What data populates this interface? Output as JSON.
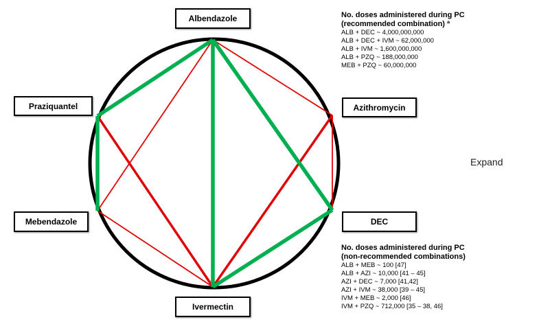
{
  "drugs": {
    "alb": "Albendazole",
    "azi": "Azithromycin",
    "dec": "DEC",
    "ivm": "Ivermectin",
    "meb": "Mebendazole",
    "pzq": "Praziquantel"
  },
  "edges": [
    {
      "from": "alb",
      "to": "pzq",
      "type": "recommended",
      "weight": "thick"
    },
    {
      "from": "pzq",
      "to": "meb",
      "type": "recommended",
      "weight": "thick"
    },
    {
      "from": "alb",
      "to": "ivm",
      "type": "recommended",
      "weight": "thick"
    },
    {
      "from": "alb",
      "to": "dec",
      "type": "recommended",
      "weight": "thick"
    },
    {
      "from": "dec",
      "to": "ivm",
      "type": "recommended",
      "weight": "thick"
    },
    {
      "from": "alb",
      "to": "azi",
      "type": "non-recommended",
      "weight": "thin"
    },
    {
      "from": "alb",
      "to": "meb",
      "type": "non-recommended",
      "weight": "thin"
    },
    {
      "from": "azi",
      "to": "dec",
      "type": "non-recommended",
      "weight": "thin"
    },
    {
      "from": "meb",
      "to": "ivm",
      "type": "non-recommended",
      "weight": "thin"
    },
    {
      "from": "azi",
      "to": "ivm",
      "type": "non-recommended",
      "weight": "medium"
    },
    {
      "from": "pzq",
      "to": "ivm",
      "type": "non-recommended",
      "weight": "medium"
    }
  ],
  "colors": {
    "recommended": "#00b050",
    "non-recommended": "#e00000",
    "circle": "#000000"
  },
  "legend_recommended": {
    "heading1": "No. doses administered during PC",
    "heading2": "(recommended combination) ª",
    "items": [
      "ALB + DEC ~ 4,000,000,000",
      "ALB + DEC + IVM ~ 62,000,000",
      "ALB + IVM ~ 1,600,000,000",
      "ALB + PZQ ~ 188,000,000",
      "MEB + PZQ ~ 60,000,000"
    ]
  },
  "legend_nonrecommended": {
    "heading1": "No. doses administered during PC",
    "heading2": "(non-recommended combinations)",
    "items": [
      "ALB + MEB ~ 100 [47]",
      "ALB + AZI ~ 10,000 [41 – 45]",
      "AZI + DEC ~ 7,000 [41,42]",
      "AZI + IVM ~ 38,000 [39 – 45]",
      "IVM + MEB ~ 2,000 [46]",
      "IVM + PZQ ~ 712,000 [35 – 38, 46]"
    ]
  },
  "expand_label": "Expand"
}
